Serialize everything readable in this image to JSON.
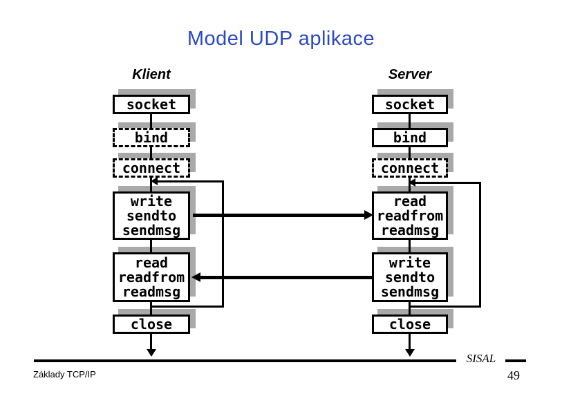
{
  "title": "Model UDP aplikace",
  "client": {
    "header": "Klient",
    "boxes": [
      {
        "label": "socket",
        "border": "solid"
      },
      {
        "label": "bind",
        "border": "dashed"
      },
      {
        "label": "connect",
        "border": "dashed"
      },
      {
        "label": "write\nsendto\nsendmsg",
        "border": "solid"
      },
      {
        "label": "read\nreadfrom\nreadmsg",
        "border": "solid"
      },
      {
        "label": "close",
        "border": "solid"
      }
    ]
  },
  "server": {
    "header": "Server",
    "boxes": [
      {
        "label": "socket",
        "border": "solid"
      },
      {
        "label": "bind",
        "border": "solid"
      },
      {
        "label": "connect",
        "border": "dashed"
      },
      {
        "label": "read\nreadfrom\nreadmsg",
        "border": "solid"
      },
      {
        "label": "write\nsendto\nsendmsg",
        "border": "solid"
      },
      {
        "label": "close",
        "border": "solid"
      }
    ]
  },
  "footer": {
    "course": "Základy TCP/IP",
    "brand": "SISAL",
    "page": "49"
  },
  "colors": {
    "title_blue": "#2b49c5",
    "shadow_gray": "#a9a9a9",
    "line_black": "#000000"
  }
}
